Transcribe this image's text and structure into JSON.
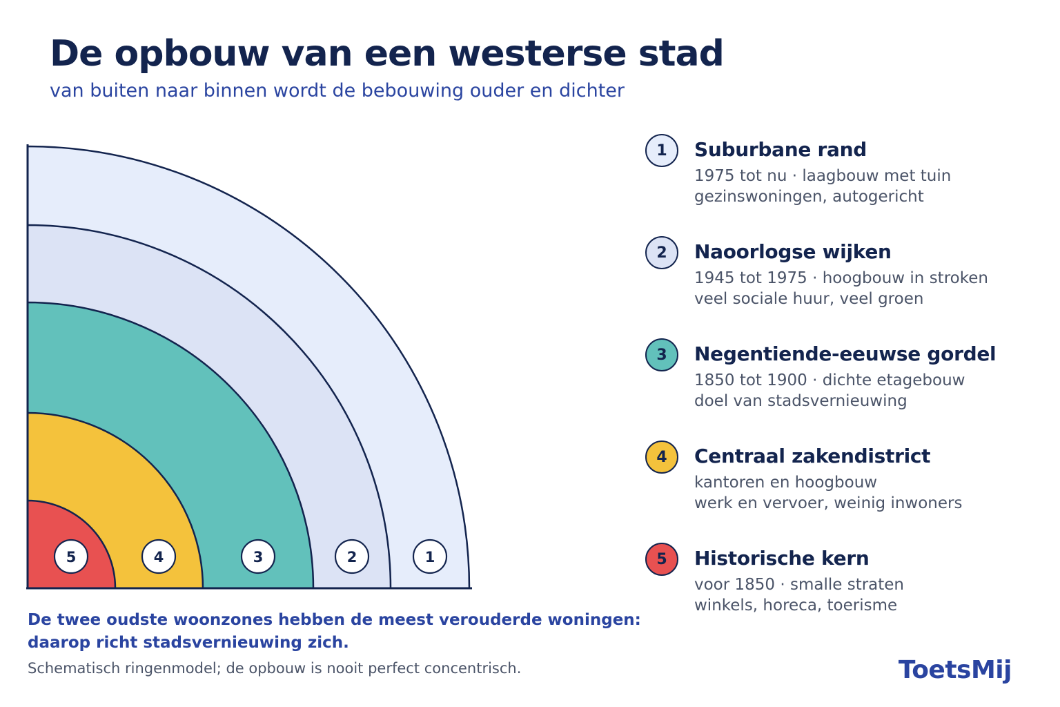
{
  "header": {
    "title": "De opbouw van een westerse stad",
    "subtitle": "van buiten naar binnen wordt de bebouwing ouder en dichter"
  },
  "colors": {
    "ring_1": "#e6edfb",
    "ring_2": "#dce3f5",
    "ring_3": "#62c1bb",
    "ring_4": "#f4c23c",
    "ring_5": "#e85151",
    "outline": "#13244e",
    "accent": "#2a44a0"
  },
  "rings": [
    {
      "number": "1",
      "name": "Suburbane rand",
      "line1": "1975 tot nu · laagbouw met tuin",
      "line2": "gezinswoningen, autogericht"
    },
    {
      "number": "2",
      "name": "Naoorlogse wijken",
      "line1": "1945 tot 1975 · hoogbouw in stroken",
      "line2": "veel sociale huur, veel groen"
    },
    {
      "number": "3",
      "name": "Negentiende-eeuwse gordel",
      "line1": "1850 tot 1900 · dichte etagebouw",
      "line2": "doel van stadsvernieuwing"
    },
    {
      "number": "4",
      "name": "Centraal zakendistrict",
      "line1": "kantoren en hoogbouw",
      "line2": "werk en vervoer, weinig inwoners"
    },
    {
      "number": "5",
      "name": "Historische kern",
      "line1": "voor 1850 · smalle straten",
      "line2": "winkels, horeca, toerisme"
    }
  ],
  "conclusion": "De twee oudste woonzones hebben de meest verouderde woningen: daarop richt stadsvernieuwing zich.",
  "footnote": "Schematisch ringenmodel; de opbouw is nooit perfect concentrisch.",
  "logo": {
    "text": "ToetsMij"
  }
}
